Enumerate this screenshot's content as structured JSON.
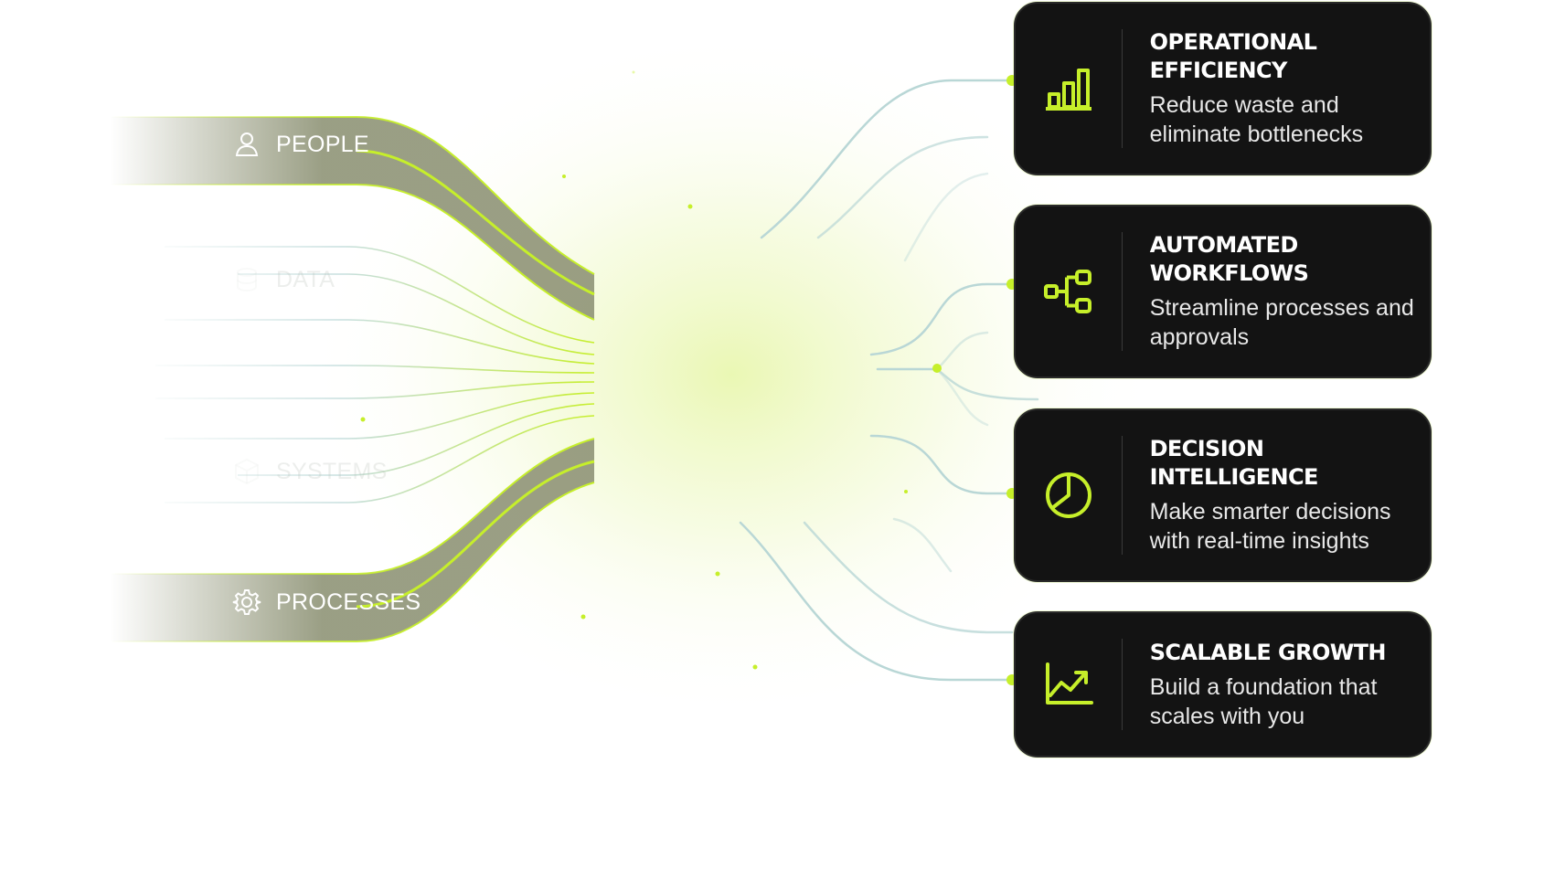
{
  "colors": {
    "accent": "#c6ef2a",
    "card_background": "#131313",
    "band_fill": "#8f9477",
    "flow_line": "#b9d7d6"
  },
  "inputs": [
    {
      "id": "people",
      "label": "PEOPLE",
      "icon": "user-icon",
      "emphasis": "strong"
    },
    {
      "id": "data",
      "label": "DATA",
      "icon": "database-icon",
      "emphasis": "faded"
    },
    {
      "id": "systems",
      "label": "SYSTEMS",
      "icon": "cube-icon",
      "emphasis": "faded"
    },
    {
      "id": "processes",
      "label": "PROCESSES",
      "icon": "gear-icon",
      "emphasis": "strong"
    }
  ],
  "outcomes": [
    {
      "title": "OPERATIONAL EFFICIENCY",
      "description": "Reduce waste and eliminate bottlenecks",
      "icon": "bar-chart-icon"
    },
    {
      "title": "AUTOMATED WORKFLOWS",
      "description": "Streamline processes and approvals",
      "icon": "workflow-icon"
    },
    {
      "title": "DECISION INTELLIGENCE",
      "description": "Make smarter decisions with real-time insights",
      "icon": "pie-chart-icon"
    },
    {
      "title": "SCALABLE GROWTH",
      "description": "Build a foundation that scales with you",
      "icon": "trend-up-icon"
    }
  ]
}
